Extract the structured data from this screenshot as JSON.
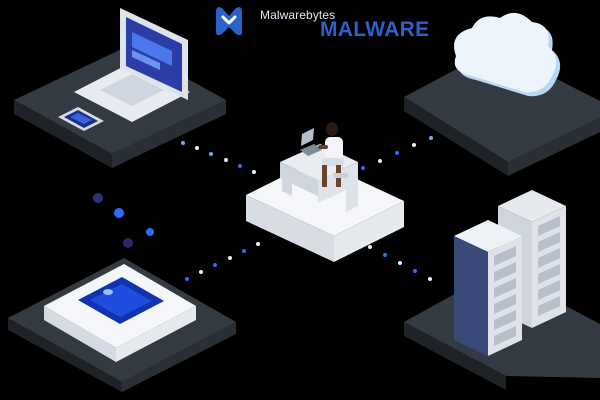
{
  "brand": {
    "logo_icon": "malwarebytes-logo-icon",
    "name": "Malwarebytes",
    "headline": "MALWARE"
  },
  "scene": {
    "nodes": [
      {
        "id": "laptop",
        "icon": "laptop-icon"
      },
      {
        "id": "phone",
        "icon": "smartphone-icon"
      },
      {
        "id": "cloud",
        "icon": "cloud-icon"
      },
      {
        "id": "workstation",
        "icon": "person-at-desk-icon"
      },
      {
        "id": "device",
        "icon": "tablet-device-icon"
      },
      {
        "id": "servers",
        "icon": "server-rack-icon"
      }
    ],
    "colors": {
      "background": "#000000",
      "platform_top": "#343a42",
      "platform_side": "#1f2328",
      "accent_blue": "#2a62c9",
      "dot_blue": "#2f6bff",
      "dot_white": "#e6eefc",
      "dot_purple": "#4a2a8a"
    }
  }
}
